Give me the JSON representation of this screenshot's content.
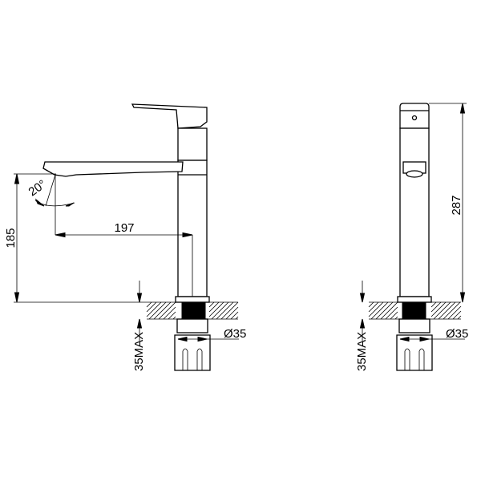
{
  "side_view": {
    "spout_height": "185",
    "spout_reach": "197",
    "spout_angle": "20°",
    "max_counter_thickness": "35MAX",
    "hole_diameter": "Ø35"
  },
  "front_view": {
    "total_height": "287",
    "max_counter_thickness": "35MAX",
    "hole_diameter": "Ø35"
  },
  "colors": {
    "line": "#000000",
    "background": "#ffffff"
  }
}
